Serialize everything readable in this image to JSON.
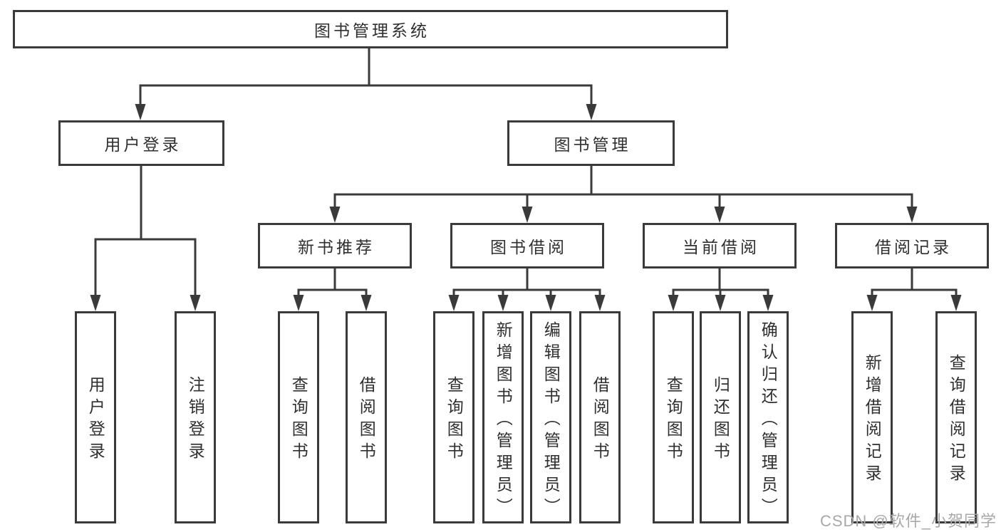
{
  "diagram": {
    "root": {
      "label": "图书管理系统"
    },
    "branches": [
      {
        "label": "用户登录",
        "children": [
          {
            "label": "用户登录"
          },
          {
            "label": "注销登录"
          }
        ]
      },
      {
        "label": "图书管理",
        "children": [
          {
            "label": "新书推荐",
            "children": [
              {
                "label": "查询图书"
              },
              {
                "label": "借阅图书"
              }
            ]
          },
          {
            "label": "图书借阅",
            "children": [
              {
                "label": "查询图书"
              },
              {
                "label": "新增图书（管理员）"
              },
              {
                "label": "编辑图书（管理员）"
              },
              {
                "label": "借阅图书"
              }
            ]
          },
          {
            "label": "当前借阅",
            "children": [
              {
                "label": "查询图书"
              },
              {
                "label": "归还图书"
              },
              {
                "label": "确认归还（管理员）"
              }
            ]
          },
          {
            "label": "借阅记录",
            "children": [
              {
                "label": "新增借阅记录"
              },
              {
                "label": "查询借阅记录"
              }
            ]
          }
        ]
      }
    ]
  },
  "watermark": {
    "text": "CSDN @软件_小贺同学"
  },
  "colors": {
    "line": "#3a3a3a",
    "text": "#2f2f2f",
    "watermark": "#a8a8a8",
    "background": "#ffffff"
  }
}
